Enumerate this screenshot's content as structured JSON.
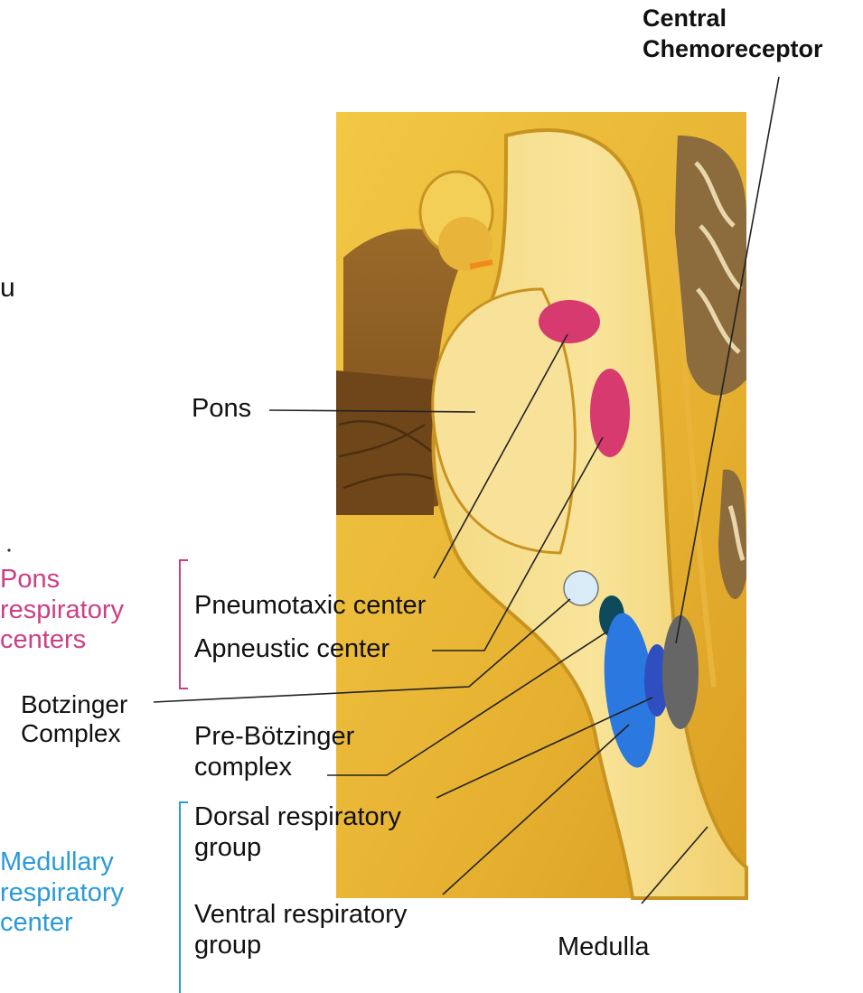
{
  "labels": {
    "central_chemoreceptor": "Central\nChemoreceptor",
    "stray_char": "u",
    "pons": "Pons",
    "pons_group": "Pons\nrespiratory\ncenters",
    "pneumotaxic": "Pneumotaxic center",
    "apneustic": "Apneustic center",
    "botzinger": "Botzinger\nComplex",
    "pre_botzinger": "Pre-Bötzinger\ncomplex",
    "medullary_group": "Medullary\nrespiratory\ncenter",
    "dorsal": "Dorsal respiratory\ngroup",
    "ventral": "Ventral respiratory\ngroup",
    "medulla": "Medulla"
  },
  "colors": {
    "pons_bracket": "#cc3f86",
    "medulla_bracket": "#2a9ad9",
    "pneumotaxic_spot": "#d63a6e",
    "apneustic_spot": "#d63a6e",
    "botzinger_spot": "#d8ebf7",
    "pre_botzinger_spot": "#0f4a5c",
    "dorsal_spot": "#2f4fc0",
    "ventral_spot": "#2a78e0",
    "chemoreceptor_spot": "#666666"
  }
}
